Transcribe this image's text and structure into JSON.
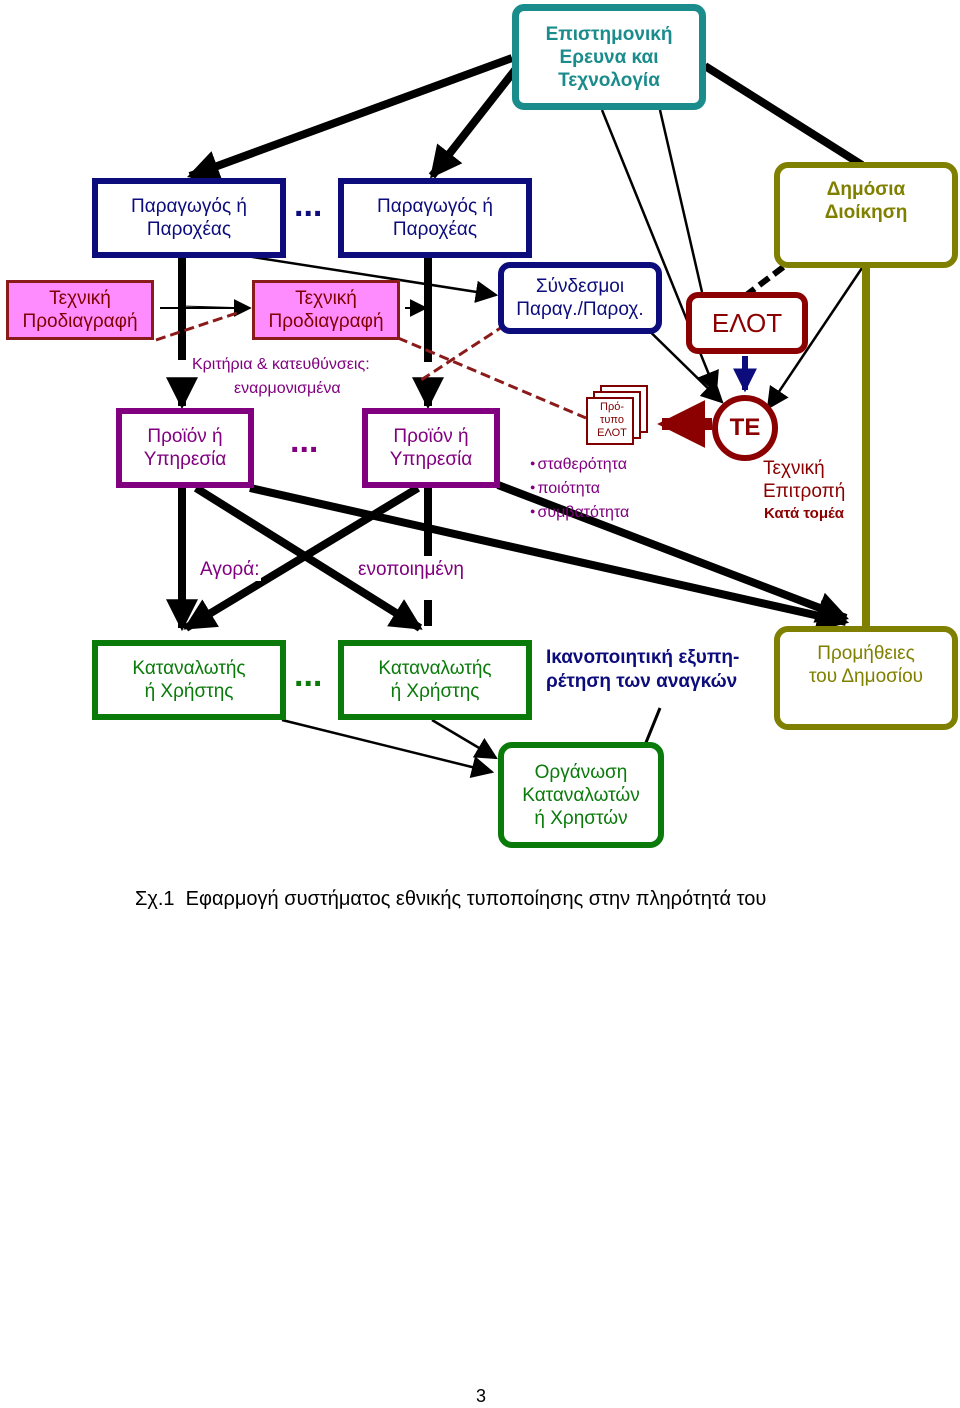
{
  "boxes": {
    "research": [
      "Επιστημονική",
      "Ερευνα και",
      "Τεχνολογία"
    ],
    "producer_1": [
      "Παραγωγός ή",
      "Παροχέας"
    ],
    "producer_2": [
      "Παραγωγός ή",
      "Παροχέας"
    ],
    "public_admin": [
      "Δημόσια",
      "Διοίκηση"
    ],
    "tech_spec_1": [
      "Τεχνική",
      "Προδιαγραφή"
    ],
    "tech_spec_2": [
      "Τεχνική",
      "Προδιαγραφή"
    ],
    "associations": [
      "Σύνδεσμοι",
      "Παραγ./Παροχ."
    ],
    "elot": "ΕΛΟΤ",
    "product_1": [
      "Προϊόν ή",
      "Υπηρεσία"
    ],
    "product_2": [
      "Προϊόν ή",
      "Υπηρεσία"
    ],
    "consumer_1": [
      "Καταναλωτής",
      "ή Χρήστης"
    ],
    "consumer_2": [
      "Καταναλωτής",
      "ή Χρήστης"
    ],
    "public_procurement": [
      "Προμήθειες",
      "του Δημοσίου"
    ],
    "consumer_org": [
      "Οργάνωση",
      "Καταναλωτών",
      "ή  Χρηστών"
    ]
  },
  "labels": {
    "criteria_line1": "Κριτήρια & κατευθύνσεις:",
    "criteria_line2": "εναρμονισμένα",
    "market_left": "Αγορά:",
    "market_right": "ενοποιημένη",
    "satisfaction_line1": "Ικανοποιητική εξυπη-",
    "satisfaction_line2": "ρέτηση των αναγκών",
    "te": "ΤΕ",
    "tech_committee_line1": "Τεχνική",
    "tech_committee_line2": "Επιτροπή",
    "tech_committee_line3": "Κατά τομέα",
    "standard_doc": [
      "Πρό-",
      "τυπο",
      "ΕΛΟΤ"
    ],
    "standard_props": [
      "σταθερότητα",
      "ποιότητα",
      "συμβατότητα"
    ],
    "ellipsis": "...",
    "caption": "Σχ.1  Εφαρμογή συστήματος εθνικής τυποποίησης στην πληρότητά του",
    "page_number": "3"
  },
  "colors": {
    "teal": "#1a8c8c",
    "navy": "#0c0c7c",
    "pink_fill": "#ff8cff",
    "maroon": "#800000",
    "purple": "#800080",
    "green": "#0a7a0a",
    "olive": "#808000",
    "dark_red": "#8b0000",
    "arrow_black": "#000000"
  }
}
